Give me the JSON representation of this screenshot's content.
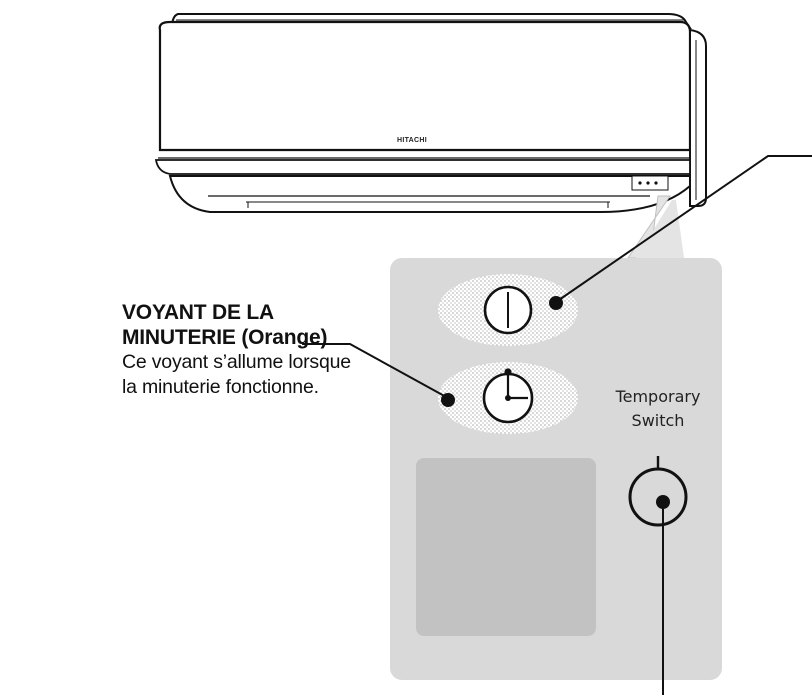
{
  "unit": {
    "brand": "HITACHI"
  },
  "timer_lamp": {
    "title_line1": "VOYANT DE LA",
    "title_line2": "MINUTERIE (Orange)",
    "desc_line1": "Ce voyant s’allume lorsque",
    "desc_line2": "la minuterie fonctionne."
  },
  "temporary_switch": {
    "label_line1": "Temporary",
    "label_line2": "Switch"
  },
  "icons": {
    "power_lamp": "power-lamp-icon",
    "timer_lamp": "timer-clock-icon",
    "switch": "temporary-switch-icon"
  },
  "colors": {
    "panel": "#d9d9d9",
    "receiver_window": "#c2c2c2",
    "line": "#111111"
  }
}
